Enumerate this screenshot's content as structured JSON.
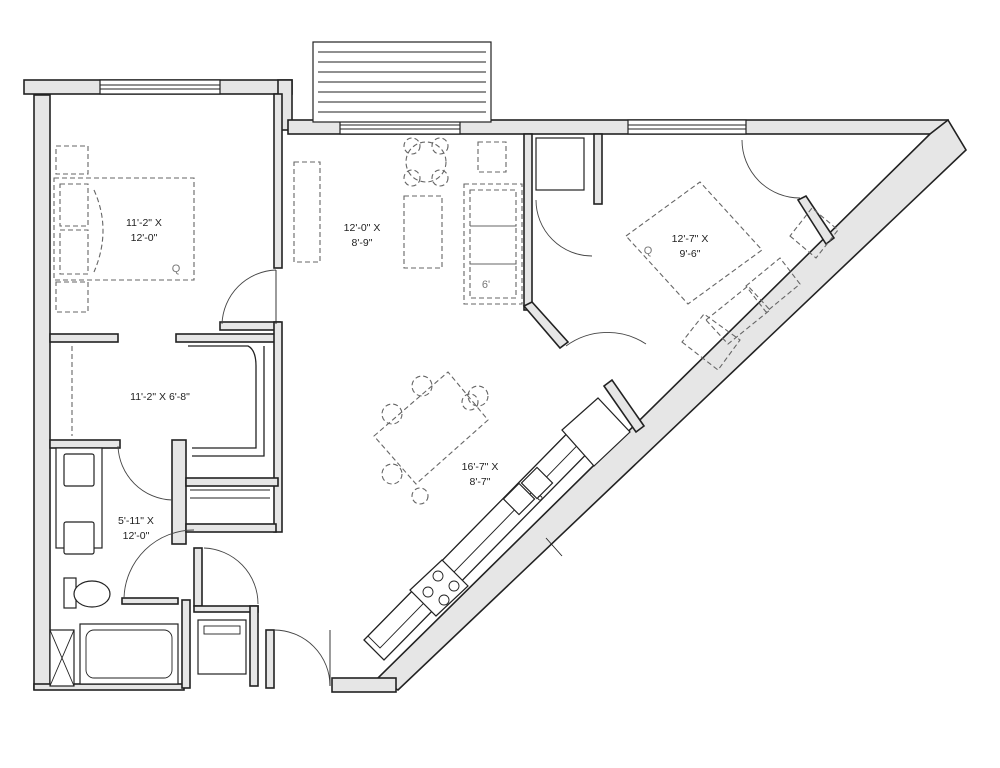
{
  "rooms": {
    "bedroom_1": {
      "width": "11'-2\" X",
      "length": "12'-0\""
    },
    "living": {
      "width": "12'-0\" X",
      "length": "8'-9\""
    },
    "bedroom_2": {
      "width": "12'-7\" X",
      "length": "9'-6\""
    },
    "closet": {
      "dims": "11'-2\" X 6'-8\""
    },
    "kitchen": {
      "width": "16'-7\" X",
      "length": "8'-7\""
    },
    "bathroom": {
      "width": "5'-11\" X",
      "length": "12'-0\""
    }
  },
  "furniture": {
    "bed_1_label": "Q",
    "bed_2_label": "Q",
    "sofa_label": "6'"
  }
}
